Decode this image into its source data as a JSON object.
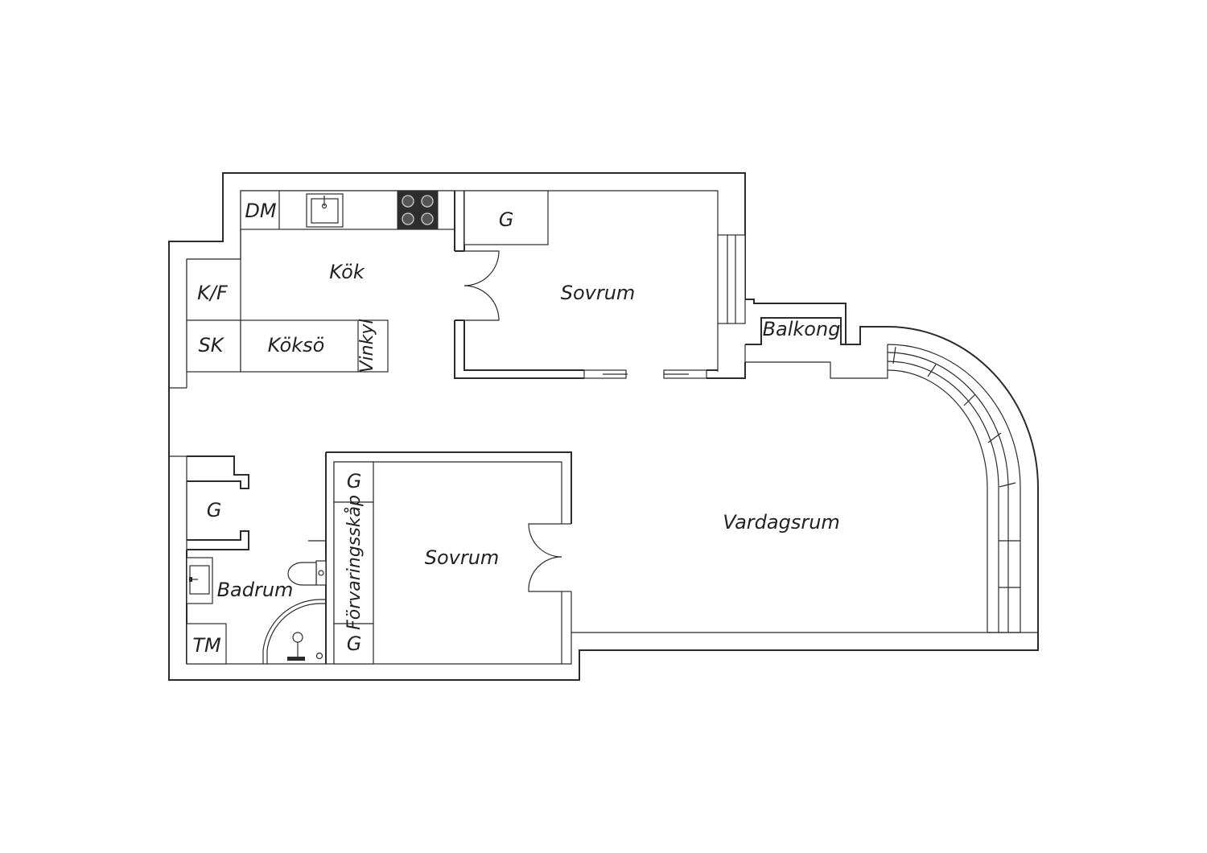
{
  "floorplan": {
    "rooms": {
      "kok": "Kök",
      "sovrum_top": "Sovrum",
      "sovrum_bottom": "Sovrum",
      "vardagsrum": "Vardagsrum",
      "balkong": "Balkong",
      "badrum": "Badrum"
    },
    "fixtures": {
      "dm": "DM",
      "kf": "K/F",
      "sk": "SK",
      "kokso": "Köksö",
      "vinkyl": "Vinkyl",
      "g_top": "G",
      "g_hall": "G",
      "g_bed_top": "G",
      "g_bed_bottom": "G",
      "forvaringsskap": "Förvaringsskåp",
      "tm": "TM"
    }
  }
}
